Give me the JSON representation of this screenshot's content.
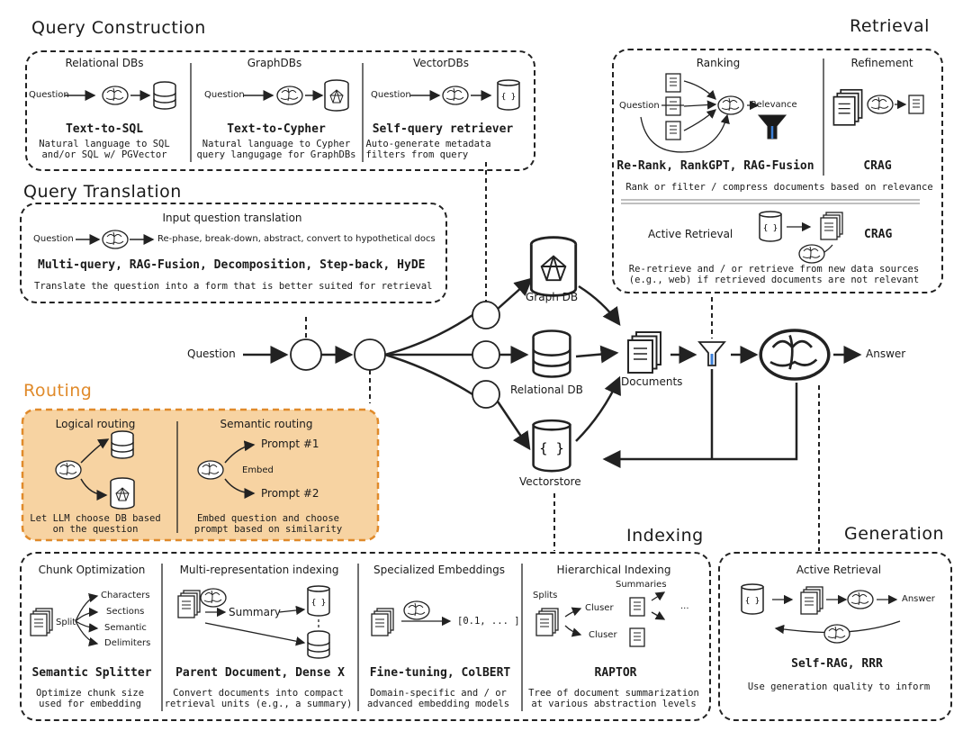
{
  "query_construction": {
    "title": "Query Construction",
    "relational": {
      "heading": "Relational DBs",
      "input": "Question",
      "method": "Text-to-SQL",
      "desc1": "Natural language to SQL",
      "desc2": "and/or SQL w/ PGVector"
    },
    "graph": {
      "heading": "GraphDBs",
      "input": "Question",
      "method": "Text-to-Cypher",
      "desc1": "Natural language to Cypher",
      "desc2": "query langugage for GraphDBs"
    },
    "vector": {
      "heading": "VectorDBs",
      "input": "Question",
      "method": "Self-query retriever",
      "desc1": "Auto-generate metadata",
      "desc2": "filters from query"
    }
  },
  "query_translation": {
    "title": "Query Translation",
    "heading": "Input question translation",
    "input": "Question",
    "flow_text": "Re-phase, break-down, abstract, convert to hypothetical docs",
    "methods": "Multi-query, RAG-Fusion, Decomposition, Step-back, HyDE",
    "desc": "Translate the question into a form that is better suited for retrieval"
  },
  "routing": {
    "title": "Routing",
    "logical": {
      "heading": "Logical routing",
      "desc1": "Let LLM choose DB based",
      "desc2": "on the question"
    },
    "semantic": {
      "heading": "Semantic routing",
      "prompt1": "Prompt #1",
      "embed": "Embed",
      "prompt2": "Prompt #2",
      "desc1": "Embed question and choose",
      "desc2": "prompt based on similarity"
    }
  },
  "center": {
    "question": "Question",
    "graph_db": "Graph DB",
    "relational_db": "Relational DB",
    "vectorstore": "Vectorstore",
    "documents": "Documents",
    "answer": "Answer"
  },
  "retrieval": {
    "title": "Retrieval",
    "ranking": {
      "heading": "Ranking",
      "input": "Question",
      "relevance": "Relevance",
      "methods": "Re-Rank, RankGPT, RAG-Fusion"
    },
    "refinement": {
      "heading": "Refinement",
      "method": "CRAG"
    },
    "rank_desc": "Rank or filter / compress documents based on relevance",
    "active": {
      "heading": "Active Retrieval",
      "method": "CRAG",
      "desc1": "Re-retrieve and / or retrieve from new data sources",
      "desc2": "(e.g., web) if retrieved documents are not relevant"
    }
  },
  "indexing": {
    "title": "Indexing",
    "chunk": {
      "heading": "Chunk Optimization",
      "split": "Split",
      "items": [
        "Characters",
        "Sections",
        "Semantic",
        "Delimiters"
      ],
      "method": "Semantic Splitter",
      "desc1": "Optimize chunk size",
      "desc2": "used for embedding"
    },
    "multi": {
      "heading": "Multi-representation indexing",
      "summary": "Summary",
      "method": "Parent Document, Dense X",
      "desc1": "Convert documents into compact",
      "desc2": "retrieval units (e.g., a summary)"
    },
    "special": {
      "heading": "Specialized Embeddings",
      "vector": "[0.1, ... ]",
      "method": "Fine-tuning, ColBERT",
      "desc1": "Domain-specific and / or",
      "desc2": "advanced embedding models"
    },
    "hier": {
      "heading": "Hierarchical Indexing",
      "splits": "Splits",
      "summaries": "Summaries",
      "cluster1": "Cluser",
      "cluster2": "Cluser",
      "ellipsis": "...",
      "method": "RAPTOR",
      "desc1": "Tree of document summarization",
      "desc2": "at various abstraction levels"
    }
  },
  "generation": {
    "title": "Generation",
    "heading": "Active Retrieval",
    "answer": "Answer",
    "method": "Self-RAG, RRR",
    "desc1": "Use generation quality to inform"
  }
}
